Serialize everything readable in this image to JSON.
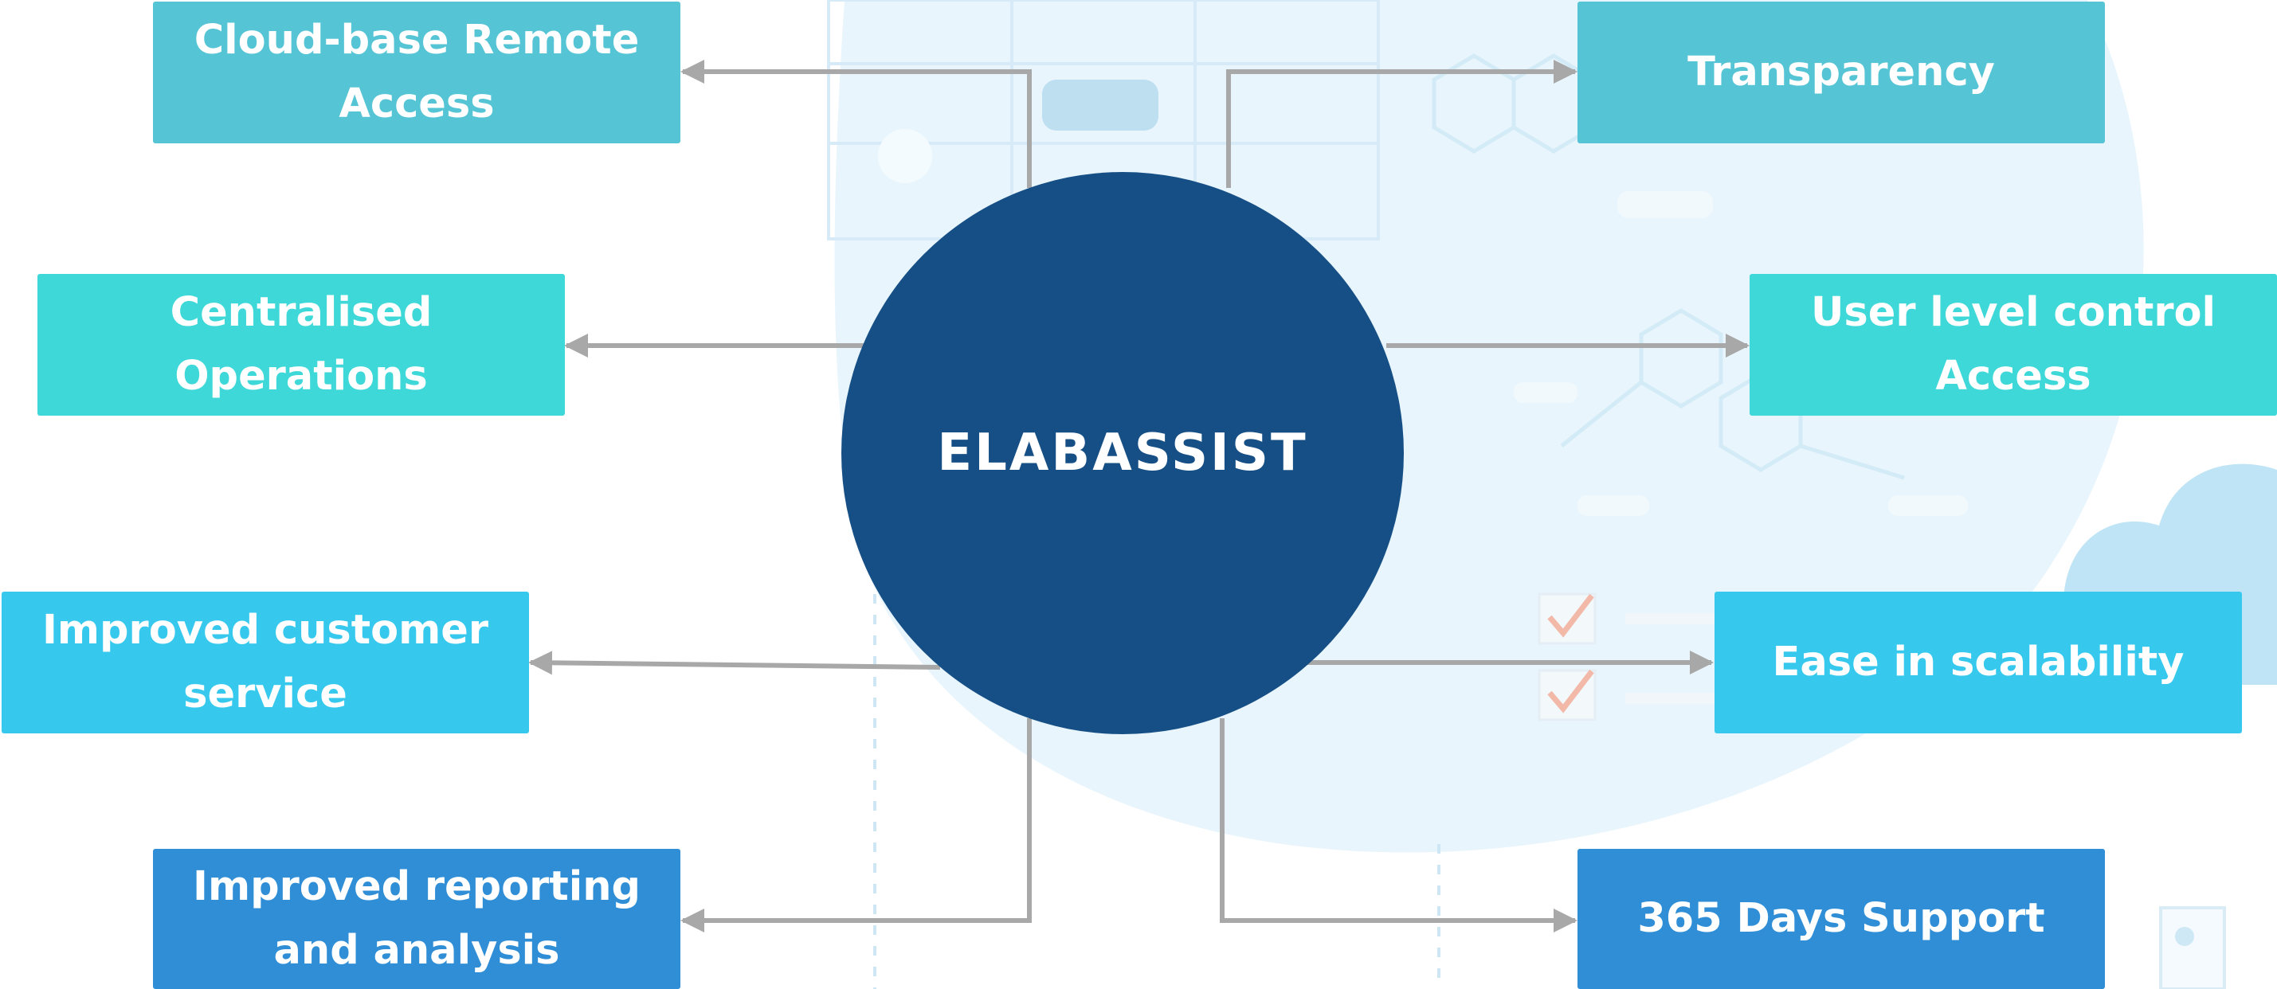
{
  "center": {
    "label": "ELABASSIST",
    "color": "#164f85"
  },
  "nodes": {
    "cloud": {
      "label": "Cloud-base Remote Access",
      "color": "#55c4d5"
    },
    "transparency": {
      "label": "Transparency",
      "color": "#55c4d5"
    },
    "centralised": {
      "label": "Centralised Operations",
      "color": "#3fd8d8"
    },
    "user_level": {
      "label": "User level control Access",
      "color": "#3fd8d8"
    },
    "customer_service": {
      "label": "Improved customer service",
      "color": "#37c8ee"
    },
    "scalability": {
      "label": "Ease in scalability",
      "color": "#37c8ee"
    },
    "reporting": {
      "label": "Improved reporting and analysis",
      "color": "#2f8ed6"
    },
    "support": {
      "label": "365 Days Support",
      "color": "#2f8ed6"
    }
  },
  "connector_color": "#a8a8a8"
}
